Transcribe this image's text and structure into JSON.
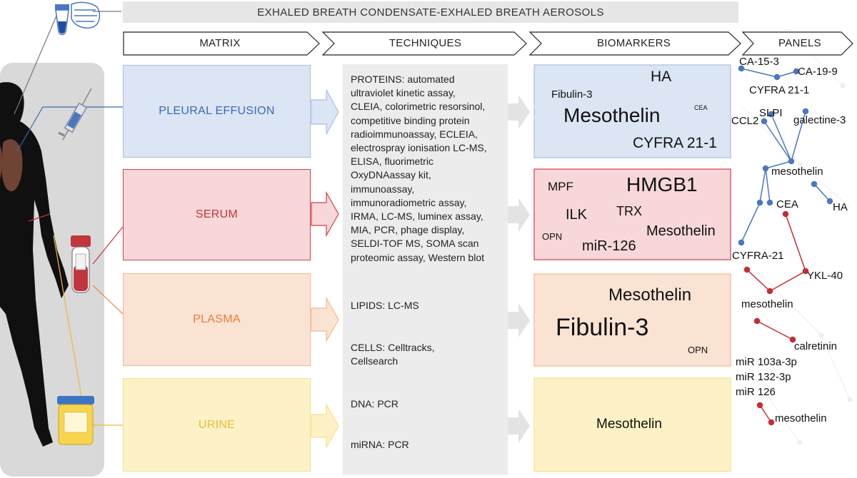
{
  "banner": "EXHALED BREATH CONDENSATE-EXHALED BREATH AEROSOLS",
  "headers": {
    "matrix": "MATRIX",
    "techniques": "TECHNIQUES",
    "biomarkers": "BIOMARKERS",
    "panels": "PANELS"
  },
  "matrix": {
    "pleural": "PLEURAL EFFUSION",
    "serum": "SERUM",
    "plasma": "PLASMA",
    "urine": "URINE"
  },
  "techniques": {
    "proteins": [
      "PROTEINS: automated",
      "ultraviolet kinetic assay,",
      "CLEIA, colorimetric resorsinol,",
      "competitive binding protein",
      "radioimmunoassay, ECLEIA,",
      "electrospray ionisation LC-MS,",
      "ELISA, fluorimetric",
      "OxyDNAassay kit,",
      "immunoassay,",
      "immunoradiometric assay,",
      "IRMA, LC-MS, luminex assay,",
      "MIA, PCR, phage display,",
      "SELDI-TOF MS, SOMA scan",
      "proteomic assay, Western blot"
    ],
    "lipids": "LIPIDS: LC-MS",
    "cells": [
      "CELLS: Celltracks,",
      "Cellsearch"
    ],
    "dna": "DNA: PCR",
    "mirna": "miRNA: PCR"
  },
  "biomarkers": {
    "pleural": {
      "ha": "HA",
      "fibulin": "Fibulin-3",
      "mesothelin": "Mesothelin",
      "cea": "CEA",
      "cyfra": "CYFRA 21-1"
    },
    "serum": {
      "mpf": "MPF",
      "hmgb1": "HMGB1",
      "ilk": "ILK",
      "trx": "TRX",
      "opn": "OPN",
      "mesothelin": "Mesothelin",
      "mir126": "miR-126"
    },
    "plasma": {
      "mesothelin": "Mesothelin",
      "fibulin": "Fibulin-3",
      "opn": "OPN"
    },
    "urine": {
      "mesothelin": "Mesothelin"
    }
  },
  "panels": {
    "p1": {
      "ca153": "CA-15-3",
      "ca199": "CA-19-9",
      "cyfra211": "CYFRA 21-1"
    },
    "p2": {
      "ccl2": "CCL2",
      "slpi": "SLPI",
      "galectine3": "galectine-3",
      "mesothelin": "mesothelin"
    },
    "p3": {
      "cea": "CEA",
      "ha": "HA",
      "cyfra21": "CYFRA-21"
    },
    "p4": {
      "ykl40": "YKL-40",
      "mesothelin": "mesothelin"
    },
    "p5": {
      "calretinin": "calretinin"
    },
    "p6": {
      "mir103": "miR 103a-3p",
      "mir132": "miR 132-3p",
      "mir126": "miR 126",
      "mesothelin": "mesothelin"
    }
  },
  "colors": {
    "pleural": "#dbe5f4",
    "pleural_border": "#a9bfe0",
    "pleural_text": "#3b69b3",
    "serum": "#f7d7d9",
    "serum_border": "#d14046",
    "serum_text": "#c0363c",
    "plasma": "#fbe3d3",
    "plasma_border": "#f3b794",
    "plasma_text": "#ea7a3a",
    "urine": "#fdf2c6",
    "urine_border": "#f6e08e",
    "urine_text": "#f0b93a",
    "blue_line": "#4a77c2",
    "red_line": "#c62d33",
    "gray": "#e6e6e6"
  }
}
